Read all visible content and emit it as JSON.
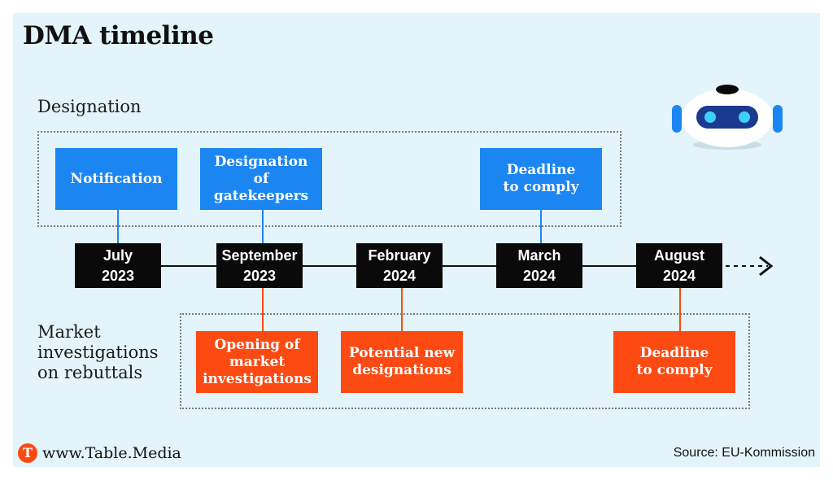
{
  "title": "DMA timeline",
  "sections": {
    "designation": "Designation",
    "market": "Market investigations on rebuttals"
  },
  "dates": [
    {
      "month": "July",
      "year": "2023"
    },
    {
      "month": "September",
      "year": "2023"
    },
    {
      "month": "February",
      "year": "2024"
    },
    {
      "month": "March",
      "year": "2024"
    },
    {
      "month": "August",
      "year": "2024"
    }
  ],
  "designation_boxes": [
    {
      "label": "Notification",
      "date": "July 2023"
    },
    {
      "label": "Designation of gatekeepers",
      "date": "September 2023"
    },
    {
      "label": "Deadline to comply",
      "date": "March 2024"
    }
  ],
  "market_boxes": [
    {
      "label": "Opening of market investigations",
      "date": "September 2023"
    },
    {
      "label": "Potential new designations",
      "date": "February 2024"
    },
    {
      "label": "Deadline to comply",
      "date": "August 2024"
    }
  ],
  "footer": {
    "logo_letter": "T",
    "url": "www.Table.Media",
    "source": "Source: EU-Kommission"
  },
  "colors": {
    "background": "#e3f4fb",
    "designation": "#1b86f2",
    "market": "#fd4a12",
    "date_box": "#0a0a0a"
  },
  "icons": [
    "robot-icon",
    "arrow-right-icon"
  ]
}
